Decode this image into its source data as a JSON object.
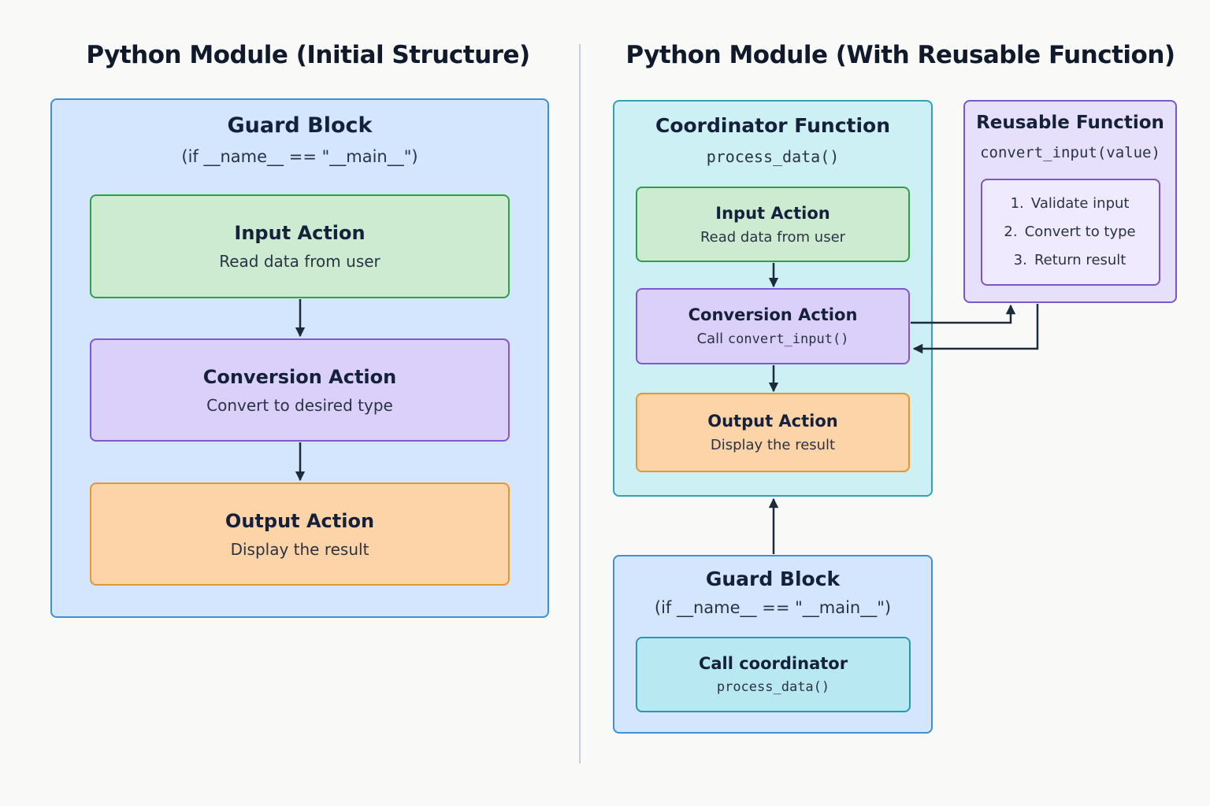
{
  "left": {
    "title": "Python Module (Initial Structure)",
    "guard": {
      "title": "Guard Block",
      "condition": "(if __name__ == \"__main__\")"
    },
    "input": {
      "title": "Input Action",
      "desc": "Read data from user"
    },
    "conversion": {
      "title": "Conversion Action",
      "desc": "Convert to desired type"
    },
    "output": {
      "title": "Output Action",
      "desc": "Display the result"
    }
  },
  "right": {
    "title": "Python Module (With Reusable Function)",
    "coordinator": {
      "title": "Coordinator Function",
      "signature": "process_data()",
      "input": {
        "title": "Input Action",
        "desc": "Read data from user"
      },
      "conversion": {
        "title": "Conversion Action",
        "desc_prefix": "Call",
        "desc_code": "convert_input()"
      },
      "output": {
        "title": "Output Action",
        "desc": "Display the result"
      }
    },
    "reusable": {
      "title": "Reusable Function",
      "signature": "convert_input(value)",
      "steps": [
        {
          "num": "1.",
          "label": "Validate input"
        },
        {
          "num": "2.",
          "label": "Convert to type"
        },
        {
          "num": "3.",
          "label": "Return result"
        }
      ]
    },
    "guard": {
      "title": "Guard Block",
      "condition": "(if __name__ == \"__main__\")",
      "call": {
        "title": "Call coordinator",
        "code": "process_data()"
      }
    }
  },
  "colors": {
    "guard_bg": "#d3e6fd",
    "coordinator_bg": "#cdf0f4",
    "input_bg": "#cdebd1",
    "conversion_bg": "#dad0fa",
    "output_bg": "#fdd3a8",
    "reusable_bg": "#e6e0fd",
    "arrow": "#1c2a3c"
  }
}
